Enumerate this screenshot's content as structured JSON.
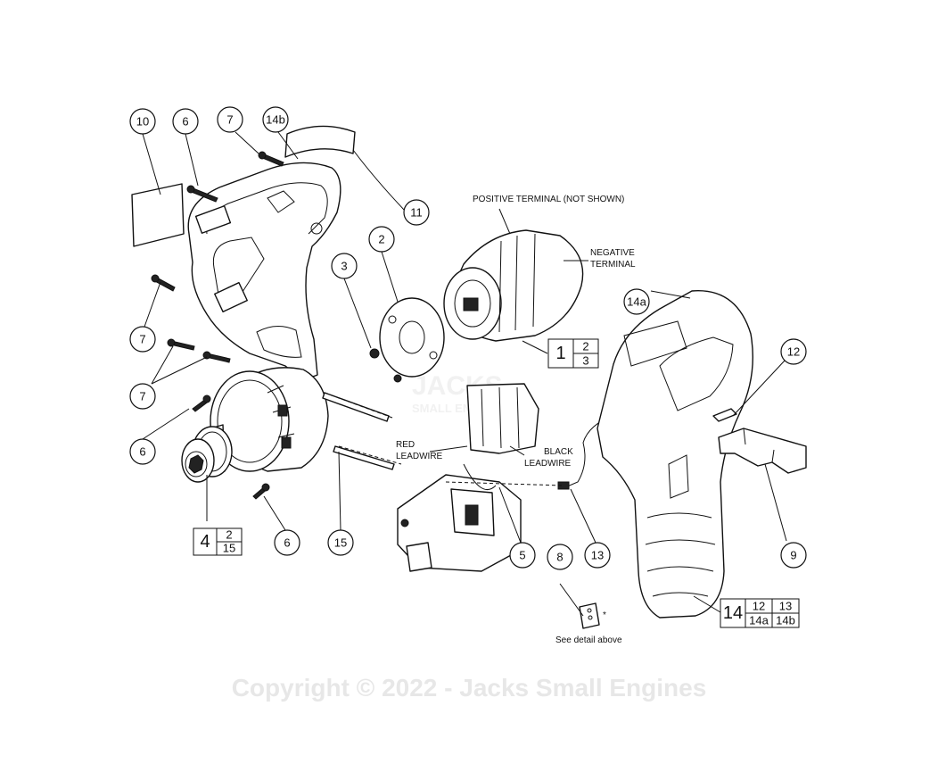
{
  "callouts": {
    "c10": "10",
    "c6a": "6",
    "c7a": "7",
    "c14b": "14b",
    "c11": "11",
    "c2": "2",
    "c3": "3",
    "c7b": "7",
    "c7c": "7",
    "c6b": "6",
    "c6c": "6",
    "c15": "15",
    "c5": "5",
    "c13": "13",
    "c8": "8",
    "c14a": "14a",
    "c12": "12",
    "c9": "9"
  },
  "labels": {
    "positive_terminal": "POSITIVE TERMINAL (NOT SHOWN)",
    "negative_terminal_1": "NEGATIVE",
    "negative_terminal_2": "TERMINAL",
    "red_leadwire_1": "RED",
    "red_leadwire_2": "LEADWIRE",
    "black_leadwire_1": "BLACK",
    "black_leadwire_2": "LEADWIRE",
    "see_detail": "See detail above",
    "asterisk": "*",
    "watermark_logo_1": "JACKS",
    "watermark_logo_2": "SMALL ENGINES",
    "copyright": "Copyright © 2022 - Jacks Small Engines"
  },
  "kits": {
    "k1": {
      "main": "1",
      "top": "2",
      "bottom": "3"
    },
    "k4": {
      "main": "4",
      "top": "2",
      "bottom": "15"
    },
    "k14": {
      "main": "14",
      "top_a": "12",
      "top_b": "13",
      "bottom_a": "14a",
      "bottom_b": "14b"
    }
  }
}
